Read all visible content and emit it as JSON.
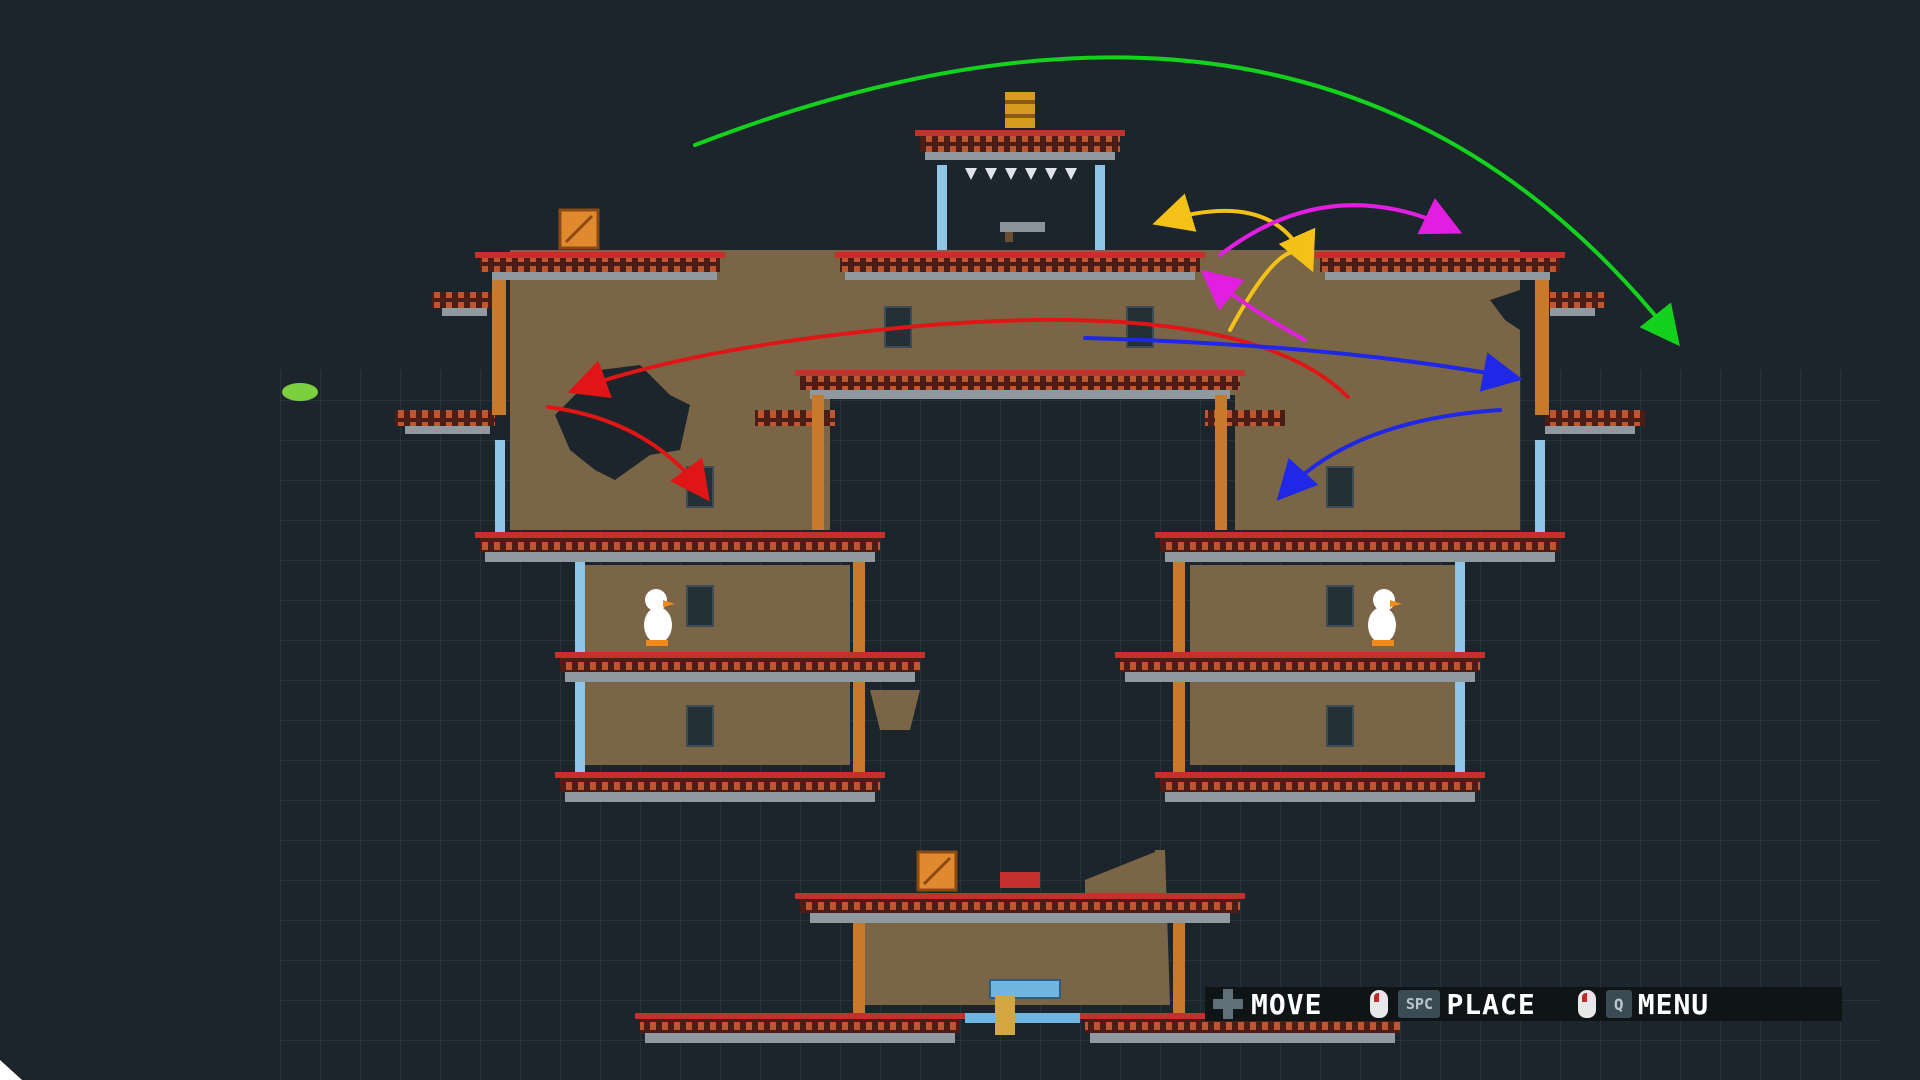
{
  "hud": {
    "move_label": "MOVE",
    "place_label": "PLACE",
    "menu_label": "MENU",
    "place_key": "SPC",
    "menu_key": "Q"
  },
  "colors": {
    "background": "#1c252b",
    "grid": "#27333a",
    "wall": "#7a6647",
    "girder": "#b9452f",
    "arrow_green": "#14d11d",
    "arrow_yellow": "#f3c117",
    "arrow_magenta": "#e21ee0",
    "arrow_red": "#e01616",
    "arrow_blue": "#1f28e6"
  },
  "icons": [
    "dpad-icon",
    "mouse-icon",
    "cursor-icon",
    "duck-icon",
    "crate-icon",
    "barrel-icon",
    "gun-icon"
  ]
}
